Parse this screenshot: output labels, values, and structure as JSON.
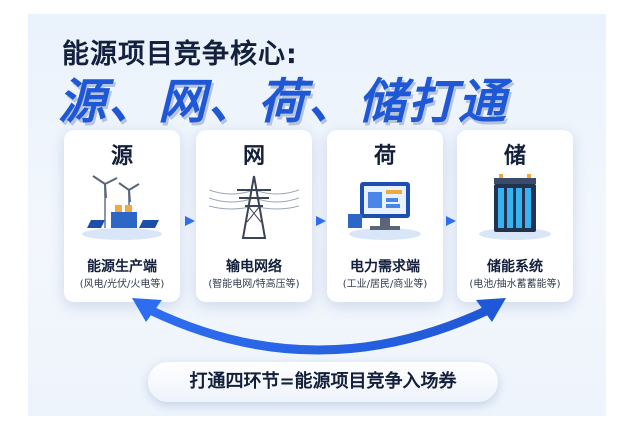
{
  "header": {
    "subtitle": "能源项目竞争核心:",
    "title": "源、网、荷、储打通"
  },
  "cards": [
    {
      "head": "源",
      "icon": "wind-solar-icon",
      "title": "能源生产端",
      "desc": "(风电/光伏/火电等)"
    },
    {
      "head": "网",
      "icon": "transmission-tower-icon",
      "title": "输电网络",
      "desc": "(智能电网/特高压等)"
    },
    {
      "head": "荷",
      "icon": "monitor-dashboard-icon",
      "title": "电力需求端",
      "desc": "(工业/居民/商业等)"
    },
    {
      "head": "储",
      "icon": "battery-cabinet-icon",
      "title": "储能系统",
      "desc": "(电池/抽水蓄蓄能等)"
    }
  ],
  "footer": {
    "slogan": "打通四环节=能源项目竞争入场券"
  },
  "colors": {
    "accent": "#1f58d6",
    "arrow": "#2f6df0",
    "text": "#14203b"
  }
}
